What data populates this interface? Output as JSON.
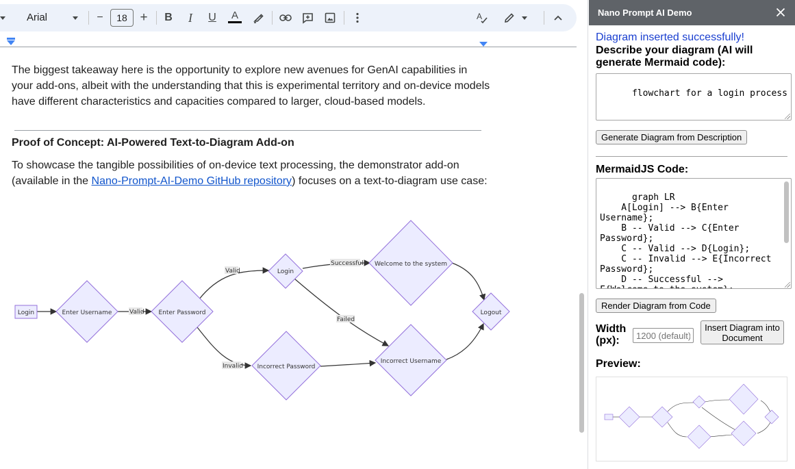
{
  "toolbar": {
    "font_name": "Arial",
    "font_size": "18",
    "minus_label": "−",
    "plus_label": "+",
    "bold_label": "B",
    "italic_label": "I",
    "underline_label": "U",
    "text_color_label": "A",
    "icons": [
      "chevron-down-icon",
      "minus-icon",
      "plus-icon",
      "bold-icon",
      "italic-icon",
      "underline-icon",
      "text-color-icon",
      "highlighter-icon",
      "link-icon",
      "add-comment-icon",
      "insert-image-icon",
      "more-vertical-icon",
      "spellcheck-icon",
      "edit-mode-icon",
      "collapse-icon"
    ]
  },
  "document": {
    "paragraph1": "The biggest takeaway here is the opportunity to explore new avenues for GenAI capabilities in your add-ons, albeit with the understanding that this is experimental territory and on-device models have different characteristics and capacities compared to larger, cloud-based models.",
    "heading": "Proof of Concept: AI-Powered Text-to-Diagram Add-on",
    "paragraph2_before": "To showcase the tangible possibilities of on-device text processing, the demonstrator add-on (available in the ",
    "paragraph2_link": "Nano-Prompt-AI-Demo GitHub repository",
    "paragraph2_after": ") focuses on a text-to-diagram use case:"
  },
  "diagram": {
    "nodes": {
      "login": "Login",
      "enter_username": "Enter Username",
      "enter_password": "Enter Password",
      "login2": "Login",
      "welcome": "Welcome to the system",
      "incorrect_password": "Incorrect Password",
      "incorrect_username": "Incorrect Username",
      "logout": "Logout"
    },
    "edges": {
      "valid1": "Valid",
      "valid2": "Valid",
      "invalid": "Invalid",
      "successful": "Successful",
      "failed": "Failed"
    },
    "fill_color": "#ececff",
    "stroke_color": "#9370db"
  },
  "panel": {
    "title": "Nano Prompt AI Demo",
    "status": "Diagram inserted successfully!",
    "describe_label": "Describe your diagram (AI will generate Mermaid code):",
    "description_value": "flowchart for a login process",
    "generate_button": "Generate Diagram from Description",
    "code_label": "MermaidJS Code:",
    "code_value": "graph LR\n    A[Login] --> B{Enter\nUsername};\n    B -- Valid --> C{Enter\nPassword};\n    C -- Valid --> D{Login};\n    C -- Invalid --> E{Incorrect\nPassword};\n    D -- Successful -->\nF{Welcome to the system};\n    D -- Failed --> G{Incorrect",
    "render_button": "Render Diagram from Code",
    "width_label": "Width\n(px):",
    "width_placeholder": "1200 (default)",
    "insert_button": "Insert Diagram into Document",
    "preview_label": "Preview:"
  }
}
